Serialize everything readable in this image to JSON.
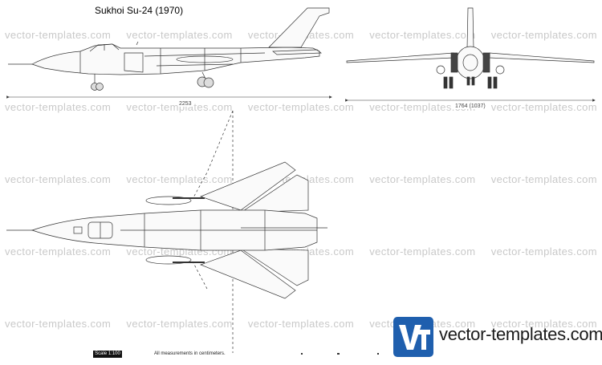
{
  "title": "Sukhoi Su-24 (1970)",
  "watermark": {
    "text": "vector-templates.com",
    "color": "#c9c9c9"
  },
  "dimensions": {
    "length": "2253",
    "span": "1764 (1037)"
  },
  "footer": {
    "scale": "Scale 1:100",
    "units_note": "All measurements in centimeters."
  },
  "logo": {
    "text": "vector-templates.com",
    "badge_letters": "VT",
    "badge_color": "#1f5fae"
  }
}
